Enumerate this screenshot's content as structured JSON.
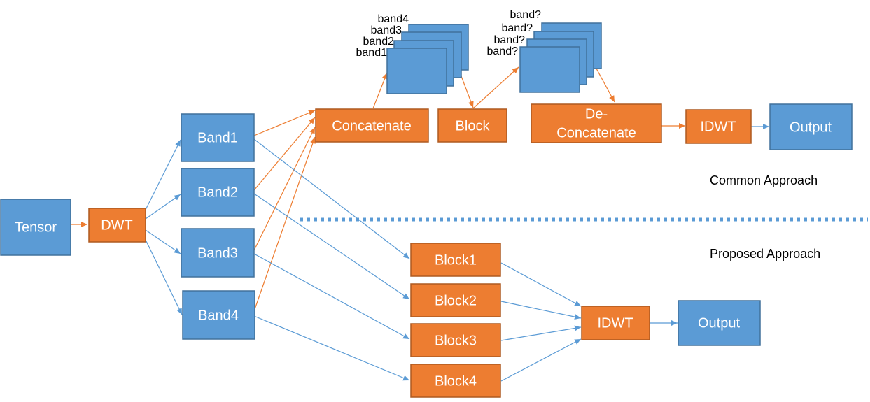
{
  "nodes": {
    "tensor": "Tensor",
    "dwt": "DWT",
    "band1": "Band1",
    "band2": "Band2",
    "band3": "Band3",
    "band4": "Band4",
    "concatenate": "Concatenate",
    "block": "Block",
    "de_concatenate_line1": "De-",
    "de_concatenate_line2": "Concatenate",
    "idwt_common": "IDWT",
    "output_common": "Output",
    "block1": "Block1",
    "block2": "Block2",
    "block3": "Block3",
    "block4": "Block4",
    "idwt_proposed": "IDWT",
    "output_proposed": "Output"
  },
  "stacks": {
    "concatenated": [
      "band4",
      "band3",
      "band2",
      "band1"
    ],
    "processed": [
      "band?",
      "band?",
      "band?",
      "band?"
    ]
  },
  "captions": {
    "common": "Common Approach",
    "proposed": "Proposed Approach"
  },
  "colors": {
    "blue": "#5b9bd5",
    "orange": "#ed7d31",
    "divider": "#5b9bd5"
  }
}
